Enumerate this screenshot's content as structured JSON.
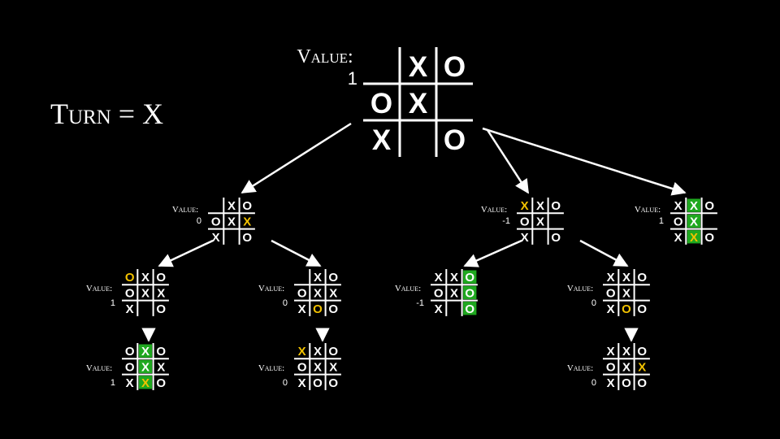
{
  "turn": {
    "label": "Turn = X"
  },
  "value_label": "Value:",
  "colors": {
    "mark": "#ffffff",
    "highlight": "#f2c200",
    "win": "#1fa81f",
    "line": "#ffffff",
    "background": "#000000"
  },
  "nodes": [
    {
      "id": "root",
      "value": "1",
      "cells": [
        "",
        "X",
        "O",
        "O",
        "X",
        "",
        "X",
        "",
        "O"
      ],
      "highlight": [],
      "win": []
    },
    {
      "id": "n1",
      "value": "0",
      "cells": [
        "",
        "X",
        "O",
        "O",
        "X",
        "X",
        "X",
        "",
        "O"
      ],
      "highlight": [
        5
      ],
      "win": []
    },
    {
      "id": "n2",
      "value": "-1",
      "cells": [
        "X",
        "X",
        "O",
        "O",
        "X",
        "",
        "X",
        "",
        "O"
      ],
      "highlight": [
        0
      ],
      "win": []
    },
    {
      "id": "n3",
      "value": "1",
      "cells": [
        "X",
        "X",
        "O",
        "O",
        "X",
        "",
        "X",
        "X",
        "O"
      ],
      "highlight": [
        7
      ],
      "win": [
        1,
        4,
        7
      ]
    },
    {
      "id": "n11",
      "value": "1",
      "cells": [
        "O",
        "X",
        "O",
        "O",
        "X",
        "X",
        "X",
        "",
        "O"
      ],
      "highlight": [
        0
      ],
      "win": []
    },
    {
      "id": "n12",
      "value": "0",
      "cells": [
        "",
        "X",
        "O",
        "O",
        "X",
        "X",
        "X",
        "O",
        "O"
      ],
      "highlight": [
        7
      ],
      "win": []
    },
    {
      "id": "n21",
      "value": "-1",
      "cells": [
        "X",
        "X",
        "O",
        "O",
        "X",
        "O",
        "X",
        "",
        "O"
      ],
      "highlight": [],
      "win": [
        2,
        5,
        8
      ]
    },
    {
      "id": "n22",
      "value": "0",
      "cells": [
        "X",
        "X",
        "O",
        "O",
        "X",
        "",
        "X",
        "O",
        "O"
      ],
      "highlight": [
        7
      ],
      "win": []
    },
    {
      "id": "n111",
      "value": "1",
      "cells": [
        "O",
        "X",
        "O",
        "O",
        "X",
        "X",
        "X",
        "X",
        "O"
      ],
      "highlight": [
        7
      ],
      "win": [
        1,
        4,
        7
      ]
    },
    {
      "id": "n121",
      "value": "0",
      "cells": [
        "X",
        "X",
        "O",
        "O",
        "X",
        "X",
        "X",
        "O",
        "O"
      ],
      "highlight": [
        0
      ],
      "win": []
    },
    {
      "id": "n221",
      "value": "0",
      "cells": [
        "X",
        "X",
        "O",
        "O",
        "X",
        "X",
        "X",
        "O",
        "O"
      ],
      "highlight": [
        5
      ],
      "win": []
    }
  ],
  "edges": [
    [
      "root",
      "n1"
    ],
    [
      "root",
      "n2"
    ],
    [
      "root",
      "n3"
    ],
    [
      "n1",
      "n11"
    ],
    [
      "n1",
      "n12"
    ],
    [
      "n2",
      "n21"
    ],
    [
      "n2",
      "n22"
    ],
    [
      "n11",
      "n111"
    ],
    [
      "n12",
      "n121"
    ],
    [
      "n22",
      "n221"
    ]
  ]
}
